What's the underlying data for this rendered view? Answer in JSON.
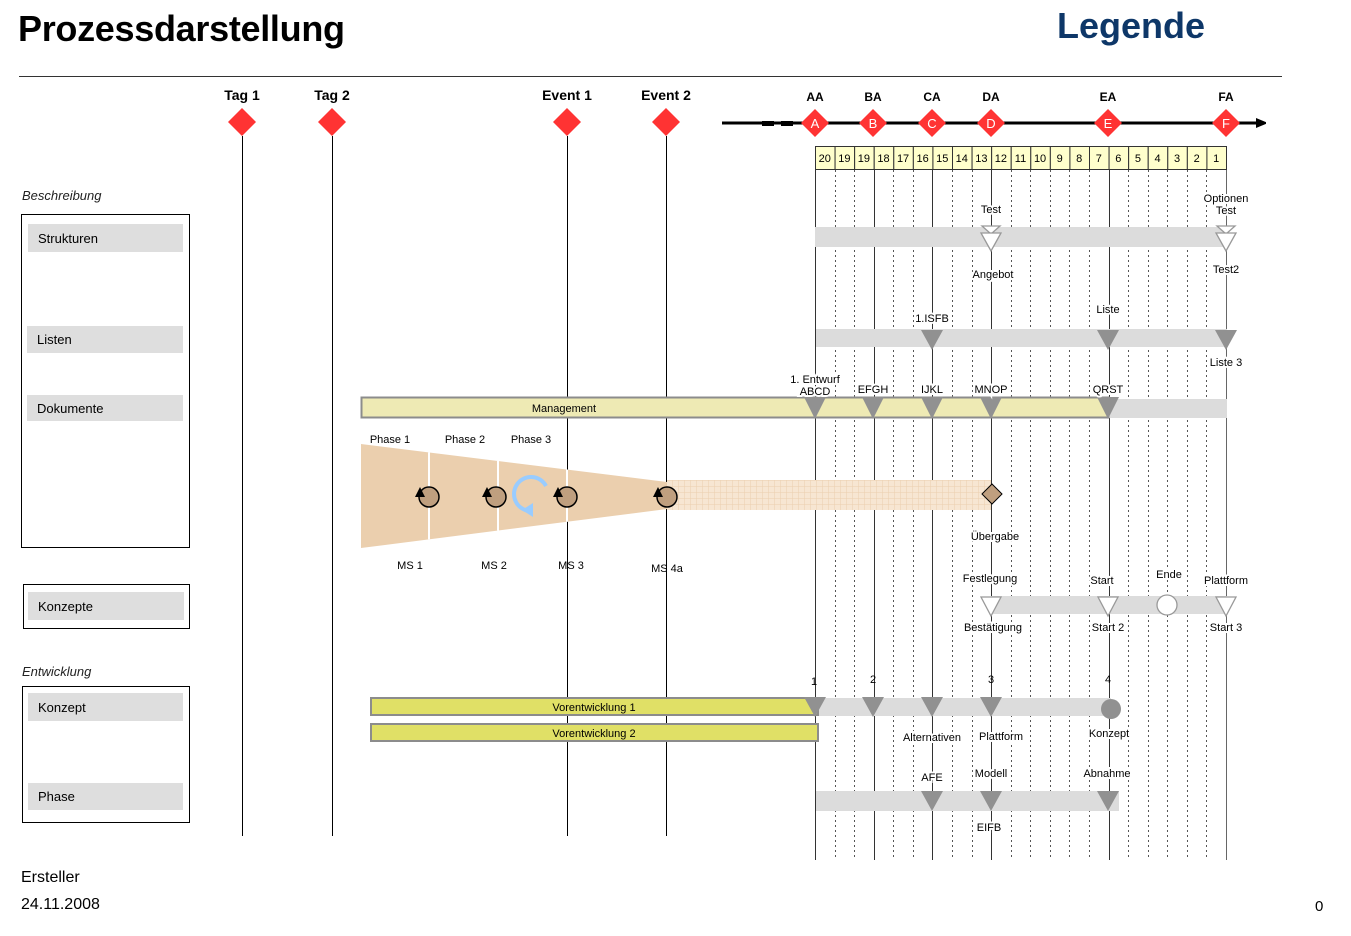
{
  "header": {
    "title": "Prozessdarstellung",
    "legend": "Legende"
  },
  "events": [
    {
      "label": "Tag 1"
    },
    {
      "label": "Tag 2"
    },
    {
      "label": "Event 1"
    },
    {
      "label": "Event 2"
    }
  ],
  "milestones": [
    {
      "label": "AA",
      "letter": "A"
    },
    {
      "label": "BA",
      "letter": "B"
    },
    {
      "label": "CA",
      "letter": "C"
    },
    {
      "label": "DA",
      "letter": "D"
    },
    {
      "label": "EA",
      "letter": "E"
    },
    {
      "label": "FA",
      "letter": "F"
    }
  ],
  "countdown": [
    "20",
    "19",
    "19",
    "18",
    "17",
    "16",
    "15",
    "14",
    "13",
    "12",
    "11",
    "10",
    "9",
    "8",
    "7",
    "6",
    "5",
    "4",
    "3",
    "2",
    "1"
  ],
  "colors": {
    "milestone_red": "#ff3333",
    "timeline_yellow": "#ffffcc",
    "management_fill": "#eeeab4",
    "development_fill": "#e0e066",
    "lane_gray": "#dcdcdc",
    "marker_gray": "#919191",
    "funnel_fill": "#ebcfae",
    "ms_circle": "#bf9f7f",
    "legend_blue": "#0e3768",
    "cycle_blue": "#99ccff"
  },
  "sections": {
    "beschreibung": {
      "label": "Beschreibung",
      "rows": [
        "Strukturen",
        "Listen",
        "Dokumente"
      ]
    },
    "konzepte": {
      "rows": [
        "Konzepte"
      ]
    },
    "entwicklung": {
      "label": "Entwicklung",
      "rows": [
        "Konzept",
        "Phase"
      ]
    }
  },
  "lanes": {
    "strukturen": {
      "above": [
        "Test",
        "Optionen\nTest"
      ],
      "below": [
        "Angebot",
        "Test2"
      ]
    },
    "listen": {
      "above": [
        "1.ISFB",
        "Liste"
      ],
      "below": [
        "Liste 3"
      ]
    },
    "dokumente": {
      "bar_label": "Management",
      "markers": [
        "1. Entwurf\nABCD",
        "EFGH",
        "IJKL",
        "MNOP",
        "QRST"
      ]
    },
    "phases": {
      "labels": [
        "Phase 1",
        "Phase 2",
        "Phase 3"
      ],
      "ms": [
        "MS 1",
        "MS 2",
        "MS 3",
        "MS  4a"
      ],
      "handover": "Übergabe"
    },
    "konzepte": {
      "above": [
        "Festlegung",
        "Start",
        "Ende",
        "Plattform"
      ],
      "below": [
        "Bestätigung",
        "Start 2",
        "Start 3"
      ]
    },
    "konzept": {
      "bars": [
        "Vorentwicklung 1",
        "Vorentwicklung 2"
      ],
      "numbers": [
        "1",
        "2",
        "3",
        "4"
      ],
      "below": [
        "Alternativen",
        "Plattform",
        "Konzept"
      ]
    },
    "phase": {
      "above": [
        "AFE",
        "Modell",
        "Abnahme"
      ],
      "below": [
        "EIFB"
      ]
    }
  },
  "footer": {
    "author": "Ersteller",
    "date": "24.11.2008",
    "page": "0"
  }
}
